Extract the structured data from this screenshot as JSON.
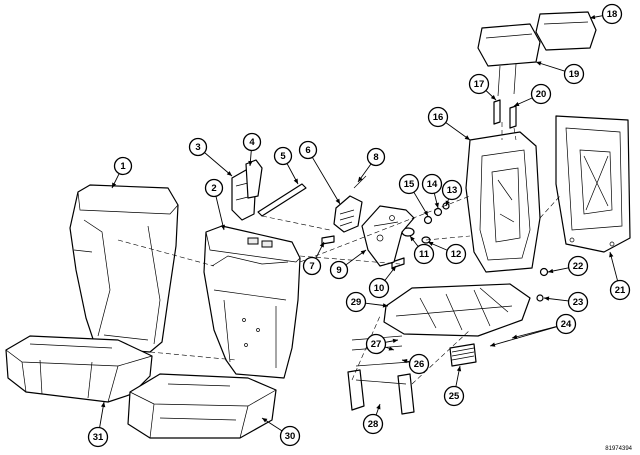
{
  "figure": {
    "id": "81974394"
  },
  "callouts": [
    {
      "label": "1"
    },
    {
      "label": "2"
    },
    {
      "label": "3"
    },
    {
      "label": "4"
    },
    {
      "label": "5"
    },
    {
      "label": "6"
    },
    {
      "label": "7"
    },
    {
      "label": "8"
    },
    {
      "label": "9"
    },
    {
      "label": "10"
    },
    {
      "label": "11"
    },
    {
      "label": "12"
    },
    {
      "label": "13"
    },
    {
      "label": "14"
    },
    {
      "label": "15"
    },
    {
      "label": "16"
    },
    {
      "label": "17"
    },
    {
      "label": "18"
    },
    {
      "label": "19"
    },
    {
      "label": "20"
    },
    {
      "label": "21"
    },
    {
      "label": "22"
    },
    {
      "label": "23"
    },
    {
      "label": "24"
    },
    {
      "label": "25"
    },
    {
      "label": "26"
    },
    {
      "label": "27"
    },
    {
      "label": "28"
    },
    {
      "label": "29"
    },
    {
      "label": "30"
    },
    {
      "label": "31"
    }
  ]
}
